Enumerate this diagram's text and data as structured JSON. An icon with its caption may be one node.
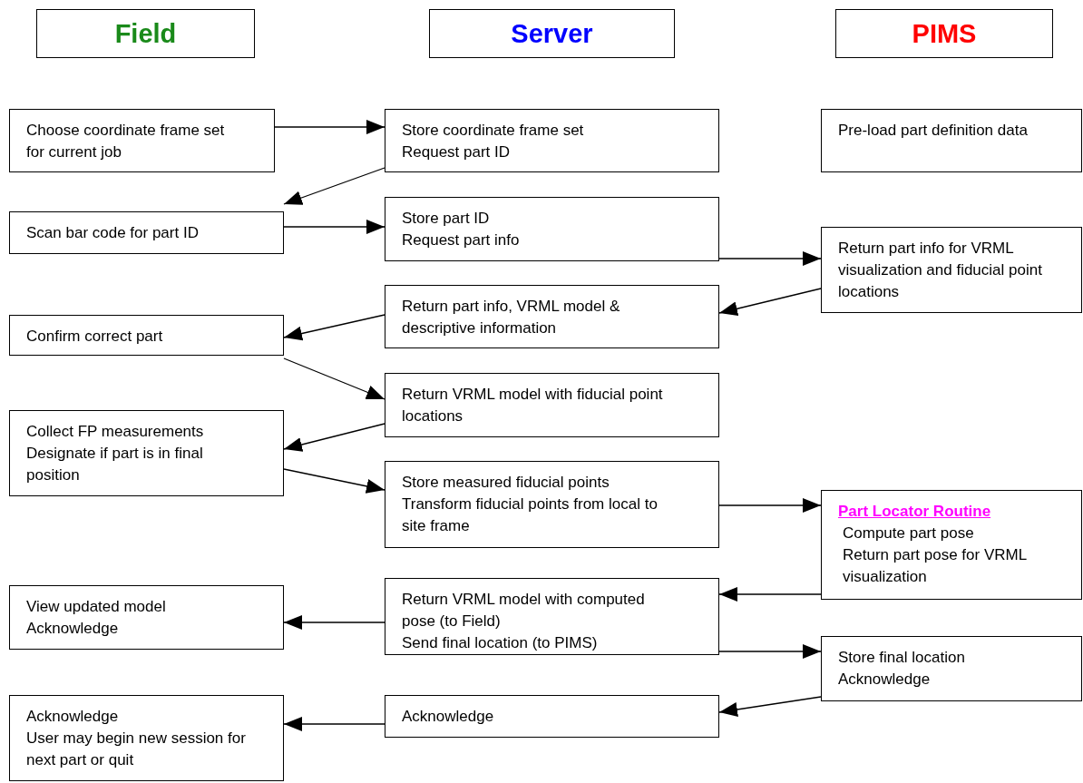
{
  "diagram": {
    "nodes": [
      {
        "text": [
          "Field"
        ]
      },
      {
        "text": [
          "Server"
        ]
      },
      {
        "text": [
          "PIMS"
        ]
      },
      {
        "text": [
          "Choose coordinate frame set for current job"
        ]
      },
      {
        "text": [
          "Store coordinate frame set",
          "Request part ID"
        ]
      },
      {
        "text": [
          "Pre-load part definition data"
        ]
      },
      {
        "text": [
          "Scan bar code for part ID"
        ]
      },
      {
        "text": [
          "Store part ID",
          "Request part info"
        ]
      },
      {
        "text": [
          "Return part info for VRML visualization and fiducial point locations"
        ]
      },
      {
        "text": [
          "Return part info, VRML model & descriptive information"
        ]
      },
      {
        "text": [
          "Confirm correct part"
        ]
      },
      {
        "text": [
          "Return VRML model with fiducial point locations"
        ]
      },
      {
        "text": [
          "Collect FP measurements",
          "Designate if part is in final position"
        ]
      },
      {
        "text": [
          "Store measured fiducial points",
          "Transform fiducial points from local to site frame"
        ]
      },
      {
        "text": [
          "Part Locator Routine",
          "Compute part pose",
          "Return part pose for VRML visualization"
        ]
      },
      {
        "text": [
          "View updated model",
          "Acknowledge"
        ]
      },
      {
        "text": [
          "Return VRML model with computed pose (to Field)",
          "Send final location (to PIMS)"
        ]
      },
      {
        "text": [
          "Store final location",
          "Acknowledge"
        ]
      },
      {
        "text": [
          "Acknowledge",
          "User may begin new session for next part or quit"
        ]
      },
      {
        "text": [
          "Acknowledge"
        ]
      }
    ],
    "edges": [
      {
        "from": 3,
        "to": 4,
        "arrow": "to"
      },
      {
        "from": 4,
        "to": 6,
        "arrow": "to"
      },
      {
        "from": 6,
        "to": 7,
        "arrow": "to"
      },
      {
        "from": 7,
        "to": 8,
        "arrow": "to"
      },
      {
        "from": 8,
        "to": 9,
        "arrow": "to"
      },
      {
        "from": 9,
        "to": 10,
        "arrow": "to"
      },
      {
        "from": 10,
        "to": 11,
        "arrow": "to"
      },
      {
        "from": 11,
        "to": 12,
        "arrow": "to"
      },
      {
        "from": 12,
        "to": 13,
        "arrow": "to"
      },
      {
        "from": 13,
        "to": 14,
        "arrow": "to"
      },
      {
        "from": 14,
        "to": 16,
        "arrow": "to"
      },
      {
        "from": 16,
        "to": 15,
        "arrow": "to"
      },
      {
        "from": 16,
        "to": 17,
        "arrow": "to"
      },
      {
        "from": 17,
        "to": 19,
        "arrow": "to"
      },
      {
        "from": 19,
        "to": 18,
        "arrow": "to"
      }
    ]
  }
}
